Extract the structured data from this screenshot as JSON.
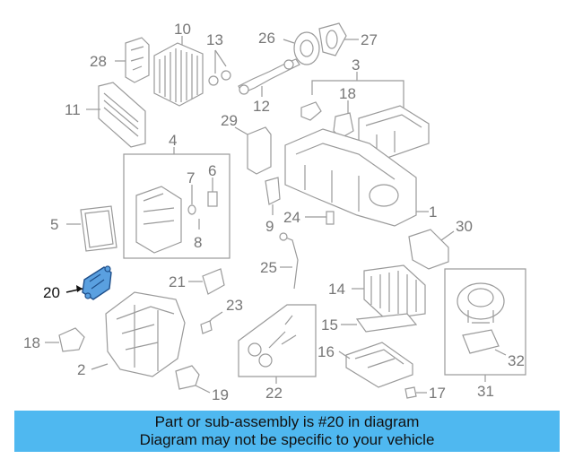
{
  "callouts": {
    "c1": "1",
    "c2": "2",
    "c3": "3",
    "c4": "4",
    "c5": "5",
    "c6": "6",
    "c7": "7",
    "c8": "8",
    "c9": "9",
    "c10": "10",
    "c11": "11",
    "c12": "12",
    "c13": "13",
    "c14": "14",
    "c15": "15",
    "c16": "16",
    "c17": "17",
    "c18a": "18",
    "c18b": "18",
    "c19": "19",
    "c20": "20",
    "c21": "21",
    "c22": "22",
    "c23": "23",
    "c24": "24",
    "c25": "25",
    "c26": "26",
    "c27": "27",
    "c28": "28",
    "c29": "29",
    "c30": "30",
    "c31": "31",
    "c32": "32"
  },
  "highlight": {
    "callout": "20",
    "color": "#5aa0e0"
  },
  "banner": {
    "line1": "Part or sub-assembly is #20 in diagram",
    "line2": "Diagram may not be specific to your vehicle",
    "background": "#4fb8f0"
  }
}
